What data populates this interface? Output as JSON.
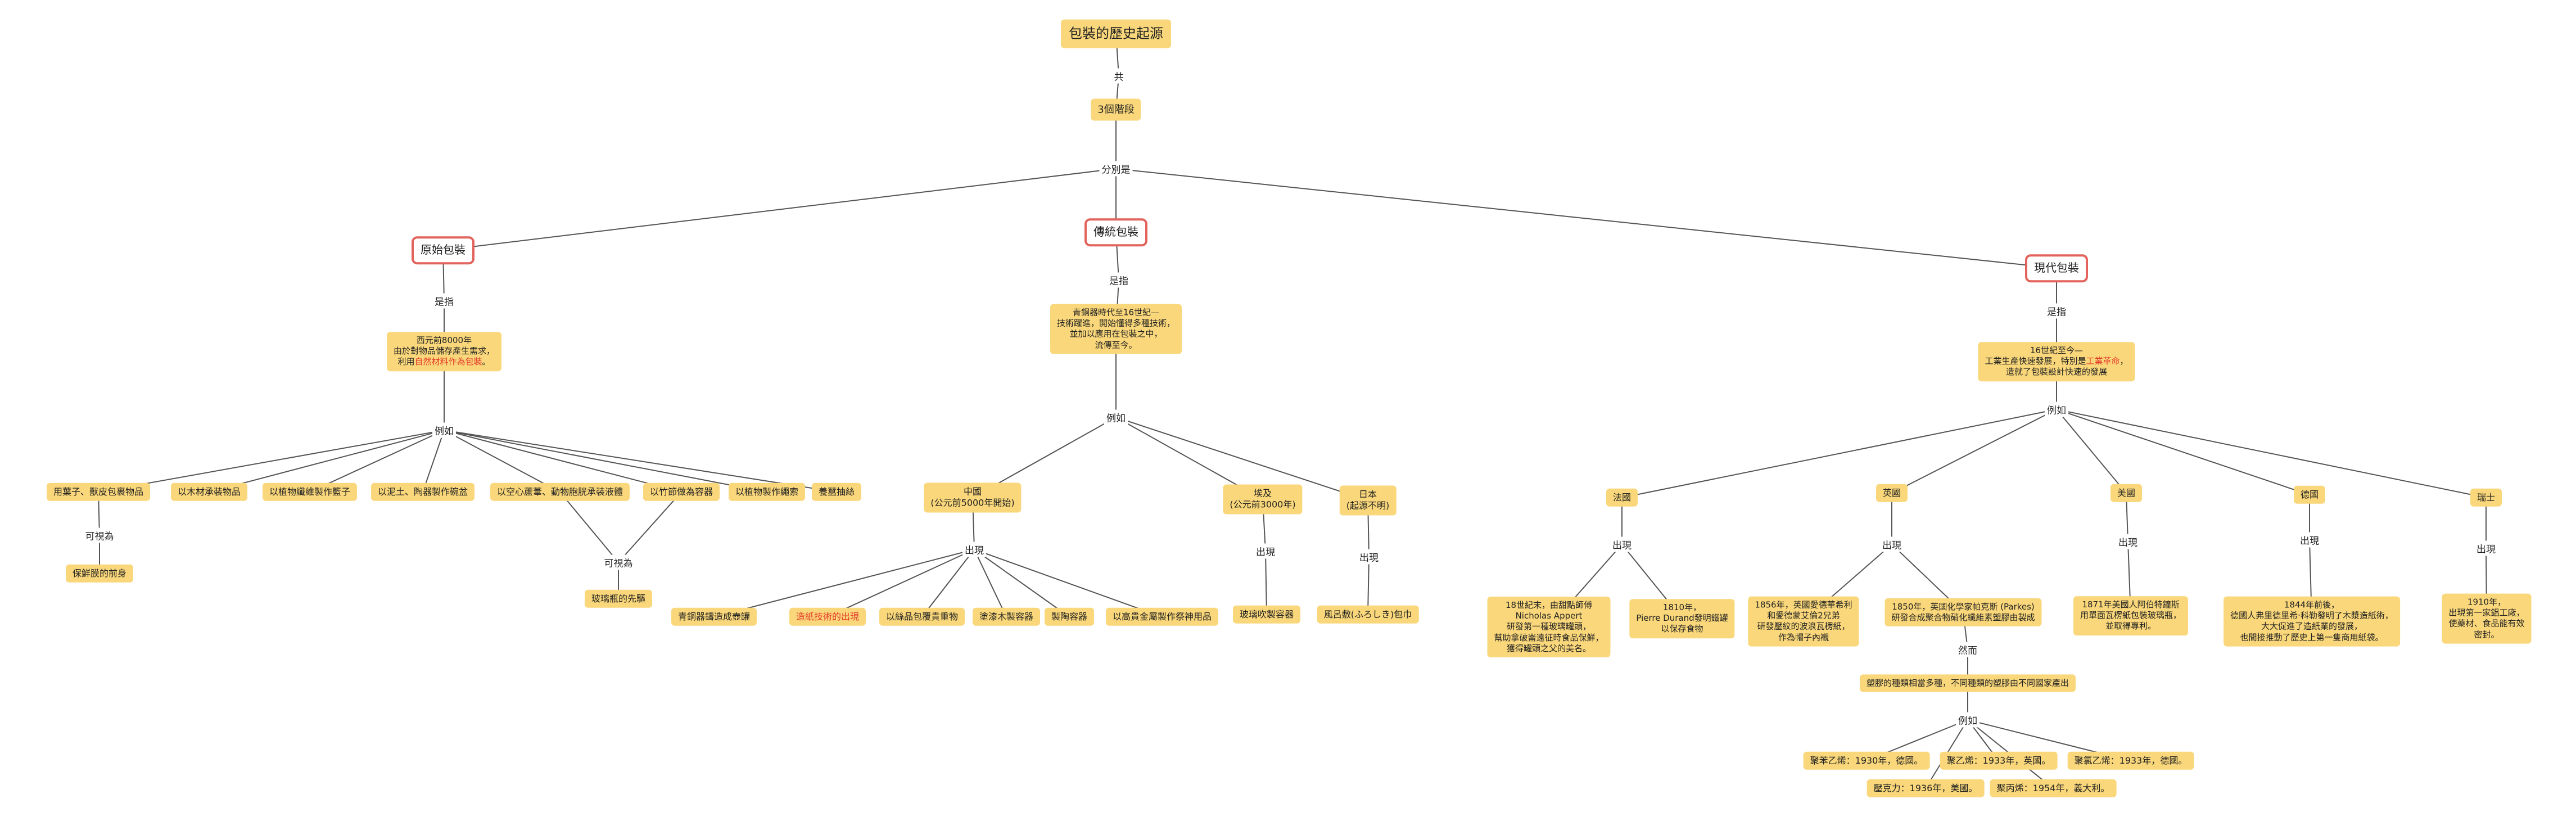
{
  "diagram": {
    "title": "包裝的歷史起源",
    "n_stages": "3個階段",
    "edge_total": "共",
    "edge_split": "分別是",
    "branches": {
      "primitive": {
        "label": "原始包裝",
        "edge_is": "是指",
        "desc_pre": "西元前8000年\n由於對物品儲存產生需求，\n利用",
        "desc_hl": "自然材料作為包裝",
        "desc_post": "。",
        "edge_example": "例如",
        "examples": [
          "用葉子、獸皮包裹物品",
          "以木材承裝物品",
          "以植物纖維製作籃子",
          "以泥土、陶器製作碗盆",
          "以空心蘆葦、動物胞胱承裝液體",
          "以竹節做為容器",
          "以植物製作繩索",
          "養蠶抽絲"
        ],
        "edge_seen1": "可視為",
        "seen1": "保鮮膜的前身",
        "edge_seen2": "可視為",
        "seen2": "玻璃瓶的先驅"
      },
      "traditional": {
        "label": "傳統包裝",
        "edge_is": "是指",
        "desc": "青銅器時代至16世紀—\n技術躍進，開始懂得多種技術，\n並加以應用在包裝之中，\n流傳至今。",
        "edge_example": "例如",
        "regions": [
          "中國\n(公元前5000年開始)",
          "埃及\n(公元前3000年)",
          "日本\n(起源不明)"
        ],
        "edge_appear": "出現",
        "china_items": [
          "青銅器鑄造成壺罐",
          "造紙技術的出現",
          "以絲品包覆貴重物",
          "塗漆木製容器",
          "製陶容器",
          "以高貴金屬製作祭神用品"
        ],
        "egypt_item": "玻璃吹製容器",
        "japan_item": "風呂敷(ふろしき)包巾"
      },
      "modern": {
        "label": "現代包裝",
        "edge_is": "是指",
        "desc_pre": "16世紀至今—\n工業生產快速發展，特別是",
        "desc_hl": "工業革命",
        "desc_post": "，\n造就了包裝設計快速的發展",
        "edge_example": "例如",
        "countries": [
          "法國",
          "英國",
          "美國",
          "德國",
          "瑞士"
        ],
        "edge_appear": "出現",
        "france_items": [
          "18世紀末，由甜點師傅\nNicholas Appert\n研發第一種玻璃罐頭，\n幫助拿破崙遠征時食品保鮮，\n獲得罐頭之父的美名。",
          "1810年，\nPierre Durand發明鐵罐\n以保存食物"
        ],
        "uk_items": [
          "1856年，英國愛德華希利\n和愛德蒙艾倫2兄弟\n研發壓紋的波浪瓦楞紙，\n作為帽子內襯",
          "1850年，英國化學家帕克斯 (Parkes)\n研發合成聚合物硝化纖維素塑膠由製成"
        ],
        "edge_however": "然而",
        "plastics": "塑膠的種類相當多種，不同種類的塑膠由不同國家產出",
        "edge_example2": "例如",
        "plastic_items": [
          "聚苯乙烯：1930年，德國。",
          "聚乙烯：1933年，英國。",
          "聚氯乙烯：1933年，德國。",
          "壓克力：1936年，美國。",
          "聚丙烯：1954年，義大利。"
        ],
        "usa_item": "1871年美國人阿伯特鐘斯\n用單面瓦楞紙包裝玻璃瓶，\n並取得專利。",
        "germany_item": "1844年前後，\n德國人弗里德里希·科勒發明了木漿造紙術，\n大大促進了造紙業的發展，\n也間接推動了歷史上第一隻商用紙袋。",
        "swiss_item": "1910年，\n出現第一家鋁工廠，\n使藥材、食品能有效密封。"
      }
    }
  },
  "colors": {
    "node_fill": "#f9d77a",
    "main_border": "#e2645c",
    "highlight": "#e53a2a",
    "line": "#555555"
  }
}
